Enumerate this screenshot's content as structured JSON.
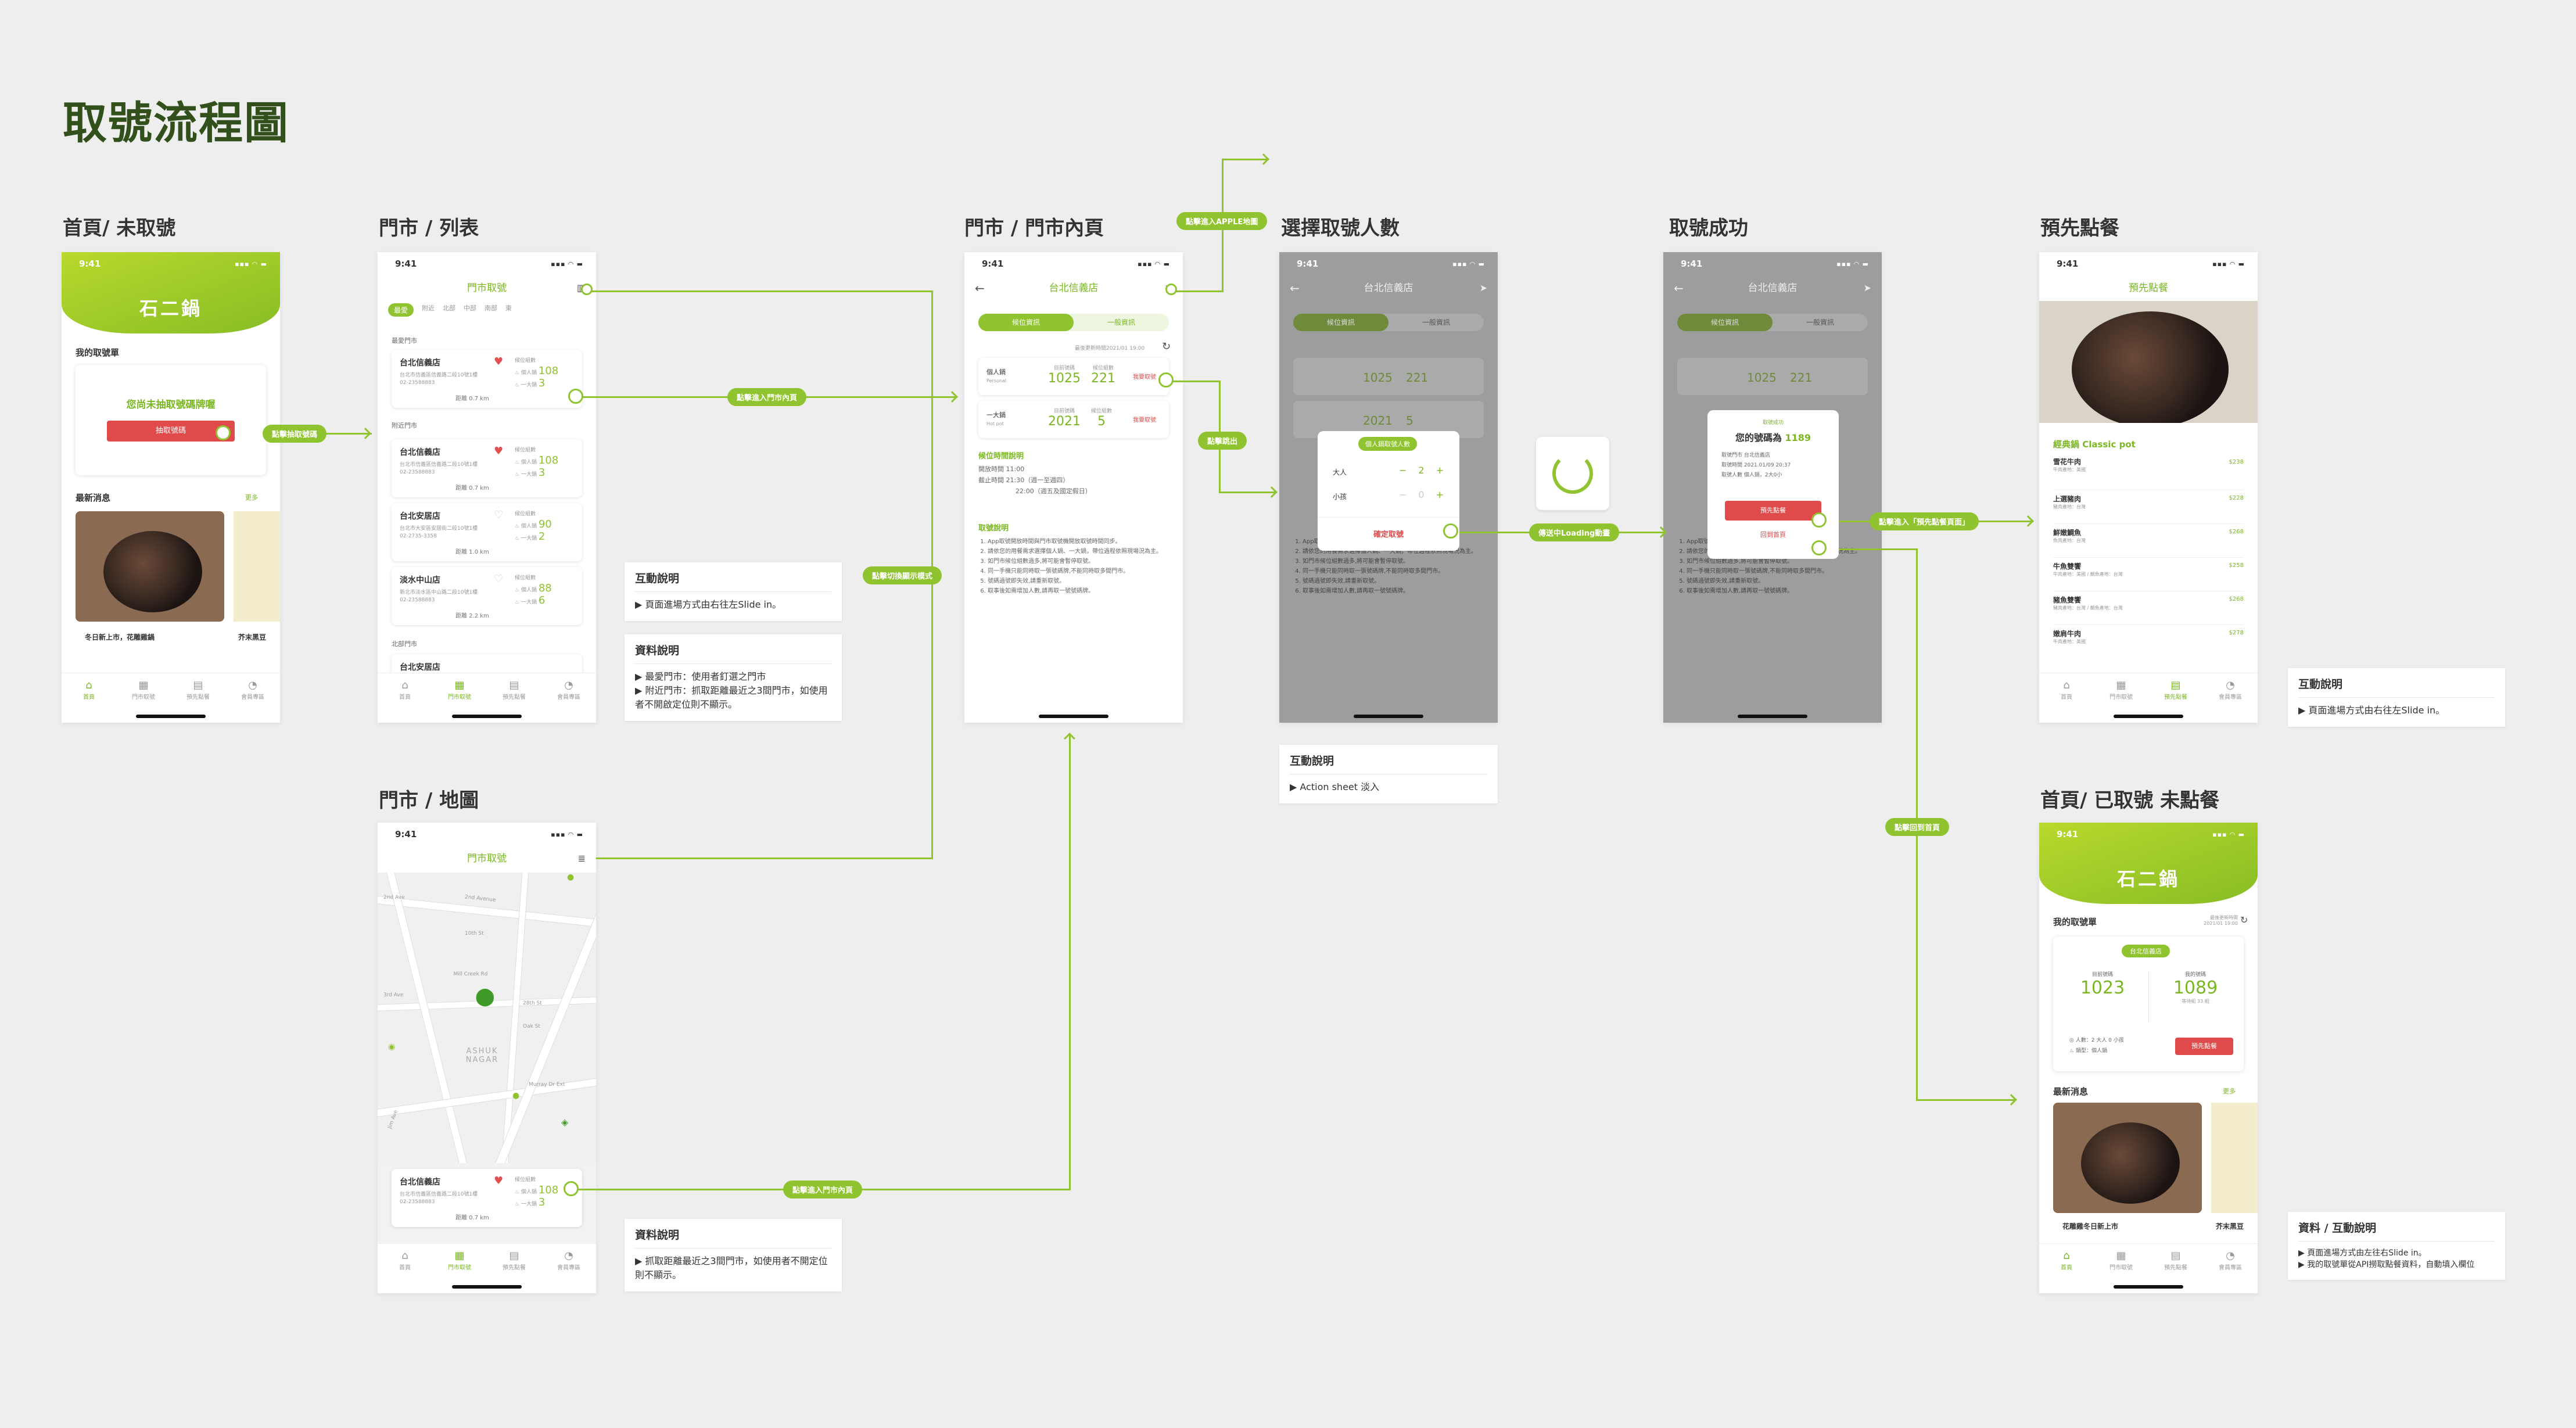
{
  "title": "取號流程圖",
  "sections": {
    "home_none": "首頁/ 未取號",
    "store_list": "門市 / 列表",
    "store_page": "門市 / 門市內頁",
    "choose_people": "選擇取號人數",
    "success": "取號成功",
    "preorder": "預先點餐",
    "store_map": "門市 / 地圖",
    "home_taken": "首頁/ 已取號 未點餐"
  },
  "status": {
    "time": "9:41",
    "icons": "▪▪▪ ◠ ▬"
  },
  "brand": "石二鍋",
  "home1": {
    "my_ticket": "我的取號單",
    "empty_msg": "您尚未抽取號碼牌喔",
    "take_btn": "抽取號碼",
    "news": "最新消息",
    "more": "更多",
    "news1": "冬日新上市，花雕雞鍋",
    "news2": "芥末黑豆"
  },
  "tabs": [
    "首頁",
    "門市取號",
    "預先點餐",
    "會員專區"
  ],
  "tab_icons": [
    "⌂",
    "▦",
    "▤",
    "◔"
  ],
  "list": {
    "header": "門市取號",
    "filters": [
      "最愛",
      "附近",
      "北部",
      "中部",
      "南部",
      "東"
    ],
    "fav_section": "最愛門市",
    "near_section": "附近門市",
    "north_section": "北部門市",
    "stores": [
      {
        "name": "台北信義店",
        "addr": "台北市信義區信義路二段10號1樓",
        "tel": "02-23588883",
        "km": "距離 0.7 km",
        "q1": "108",
        "q2": "3"
      },
      {
        "name": "台北信義店",
        "addr": "台北市信義區信義路二段10號1樓",
        "tel": "02-23588883",
        "km": "距離 0.7 km",
        "q1": "108",
        "q2": "3"
      },
      {
        "name": "台北安居店",
        "addr": "台北市大安區安居街二段10號1樓",
        "tel": "02-2735-3358",
        "km": "距離 1.0 km",
        "q1": "90",
        "q2": "2"
      },
      {
        "name": "淡水中山店",
        "addr": "新北市淡水區中山路二段10號1樓",
        "tel": "02-23588883",
        "km": "距離 2.2 km",
        "q1": "88",
        "q2": "6"
      },
      {
        "name": "台北安居店",
        "addr": "",
        "tel": "",
        "km": "",
        "q1": "",
        "q2": ""
      }
    ],
    "q_label": "候位組數",
    "single": "個人鍋",
    "big": "一大鍋"
  },
  "store": {
    "header": "台北信義店",
    "tab1": "候位資訊",
    "tab2": "一般資訊",
    "updated": "最後更新時間2021/01 19:00",
    "row1_name": "個人鍋",
    "row1_sub": "Personal",
    "row2_name": "一大鍋",
    "row2_sub": "Hot pot",
    "cur_label": "目前號碼",
    "wait_label": "候位組數",
    "row1_cur": "1025",
    "row1_wait": "221",
    "row2_cur": "2021",
    "row2_wait": "5",
    "take": "我要取號",
    "hours_title": "候位時間說明",
    "hours": [
      "開放時間 11:00",
      "截止時間 21:30（週一至週四）",
      "22:00（週五及國定假日）"
    ],
    "rules_title": "取號說明",
    "rules": [
      "App取號開放時間與門市取號機開放取號時間同步。",
      "請依您的用餐需求選擇個人鍋、一大鍋，帶位過程依照現場況為主。",
      "如門市候位組數過多,將可能會暫停取號。",
      "同一手機只能同時取一張號碼牌,不能同時取多間門市。",
      "號碼過號即失效,請重新取號。",
      "取事後如需增加人數,請再取一號號碼牌。"
    ]
  },
  "people": {
    "title": "個人鍋取號人數",
    "adult": "大人",
    "child": "小孩",
    "adult_n": "2",
    "child_n": "0",
    "confirm": "確定取號"
  },
  "success": {
    "small": "取號成功",
    "headline": "您的號碼為",
    "number": "1189",
    "store": "取號門市  台北信義店",
    "time": "取號時間  2021.01/09 20:37",
    "people": "取號人數  個人鍋，2大0小",
    "btn_order": "預先點餐",
    "btn_back": "回到首頁"
  },
  "preorder": {
    "header": "預先點餐",
    "category": "經典鍋 Classic pot",
    "items": [
      {
        "name": "雪花牛肉",
        "desc": "牛肉產地：美國",
        "price": "$238"
      },
      {
        "name": "上選豬肉",
        "desc": "豬肉產地：台灣",
        "price": "$228"
      },
      {
        "name": "鮮嫩鯛魚",
        "desc": "魚肉產地：台灣",
        "price": "$268"
      },
      {
        "name": "牛魚雙饗",
        "desc": "牛肉產地：美國 / 鯛魚產地：台灣",
        "price": "$258"
      },
      {
        "name": "豬魚雙饗",
        "desc": "豬肉產地：台灣 / 鯛魚產地：台灣",
        "price": "$268"
      },
      {
        "name": "嫩肩牛肉",
        "desc": "牛肉產地：美國",
        "price": "$278"
      }
    ]
  },
  "map": {
    "header": "門市取號",
    "streets": [
      "2nd Ave",
      "2nd Avenue",
      "10th St",
      "Mill Creek Rd",
      "3rd Ave",
      "28th St",
      "Oak St",
      "ASHUK NAGAR",
      "Murray Dr Ext",
      "Jim Ave"
    ]
  },
  "home2": {
    "my_ticket": "我的取號單",
    "updated": "最後更新時間 2021/01 19:00",
    "store_pill": "台北信義店",
    "cur_label": "目前號碼",
    "my_label": "我的號碼",
    "cur": "1023",
    "mine": "1089",
    "wait": "等待組 33 組",
    "people": "人數：2 大人 0 小孩",
    "kind": "鍋型：個人鍋",
    "order_btn": "預先點餐",
    "news": "最新消息",
    "more": "更多",
    "news1": "花雕雞冬日新上市",
    "news2": "芥末黑豆"
  },
  "labels": {
    "take": "點擊抽取號碼",
    "enter_store": "點擊進入門市內頁",
    "switch_map": "點擊切換顯示模式",
    "apple_map": "點擊進入APPLE地圖",
    "popup": "點擊跳出",
    "loading": "傳送中Loading動畫",
    "to_order": "點擊進入「預先點餐頁面」",
    "to_home": "點擊回到首頁",
    "enter_store2": "點擊進入門市內頁"
  },
  "notes": {
    "interaction": "互動說明",
    "data": "資料說明",
    "data_interaction": "資料 / 互動說明",
    "slide_in": "▶ 頁面進場方式由右往左Slide in。",
    "list_data1": "▶ 最愛門市：使用者釘選之門市",
    "list_data2": "▶ 附近門市：抓取距離最近之3間門市，如使用者不開啟定位則不顯示。",
    "action_sheet": "▶ Action sheet 淡入",
    "map_data": "▶ 抓取距離最近之3間門市，如使用者不開定位則不顯示。",
    "home2_1": "▶ 頁面進場方式由左往右Slide in。",
    "home2_2": "▶ 我的取號單從API撈取點餐資料，自動填入欄位"
  }
}
